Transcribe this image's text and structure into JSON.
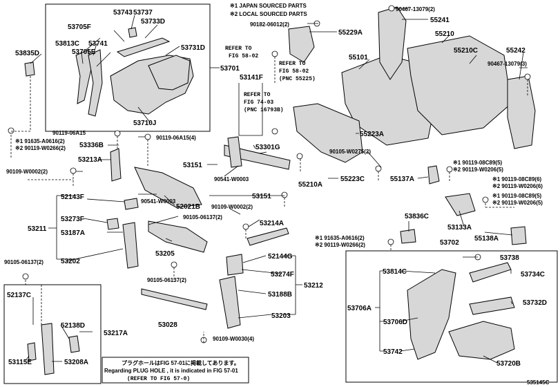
{
  "legend": {
    "mark1": "※1 JAPAN SOURCED PARTS",
    "mark2": "※2 LOCAL SOURCED PARTS"
  },
  "labels": {
    "p53743": "53743",
    "p53737": "53737",
    "p53733D": "53733D",
    "p53705F": "53705F",
    "p53813C": "53813C",
    "p53741": "53741",
    "p53731D": "53731D",
    "p53705E": "53705E",
    "p53835D": "53835D",
    "p53701": "53701",
    "p53710J": "53710J",
    "p53141F": "53141F",
    "p90182_06012": "90182-06012(2)",
    "p55229A": "55229A",
    "p90467_13079_top": "90467-13079(2)",
    "p55241": "55241",
    "p55210": "55210",
    "p55101": "55101",
    "p55210C": "55210C",
    "p55242": "55242",
    "p90467_13079_right": "90467-13079(3)",
    "p90119_06A15_a": "90119-06A15",
    "p53336B": "53336B",
    "p191635_A0616_a": "※1 91635-A0616(2)",
    "p290119_W0266_a": "※2 90119-W0266(2)",
    "p90119_06A15_4": "90119-06A15(4)",
    "p53301G": "53301G",
    "p55223A": "55223A",
    "p90105_W0275": "90105-W0275(2)",
    "p90109_W0002_a": "90109-W0002(2)",
    "p53213A": "53213A",
    "p53151_a": "53151",
    "p55210A": "55210A",
    "p55223C": "55223C",
    "p55137A": "55137A",
    "p190119_08C89_a": "※1 90119-08C89(5)",
    "p290119_W0206_a": "※2 90119-W0206(5)",
    "p90541_W0003_a": "90541-W0003",
    "p53151_b": "53151",
    "p190119_08C89_b": "※1 90119-08C89(6)",
    "p290119_W0206_b": "※2 90119-W0206(6)",
    "p52143F": "52143F",
    "p90541_W0003_b": "90541-W0003",
    "p190119_08C89_c": "※1 90119-08C89(5)",
    "p290119_W0206_c": "※2 90119-W0206(5)",
    "p52021B": "52021B",
    "p90109_W0002_b": "90109-W0002(2)",
    "p53273F": "53273F",
    "p53211": "53211",
    "p53187A": "53187A",
    "p90105_06137_a": "90105-06137(2)",
    "p53214A": "53214A",
    "p53836C": "53836C",
    "p53133A": "53133A",
    "p55138A": "55138A",
    "p191635_A0616_b": "※1 91635-A0616(2)",
    "p290119_W0266_b": "※2 90119-W0266(2)",
    "p53702": "53702",
    "p53205": "53205",
    "p53202": "53202",
    "p90105_06137_b": "90105-06137(2)",
    "p52144G": "52144G",
    "p53738": "53738",
    "p90105_06137_c": "90105-06137(2)",
    "p53274F": "53274F",
    "p53212": "53212",
    "p53814C": "53814C",
    "p53734C": "53734C",
    "p52137C": "52137C",
    "p53188B": "53188B",
    "p53732D": "53732D",
    "p53706A": "53706A",
    "p53203": "53203",
    "p52138D": "52138D",
    "p53028": "53028",
    "p53706D": "53706D",
    "p53217A": "53217A",
    "p90109_W0030": "90109-W0030(4)",
    "p53115E": "53115E",
    "p53208A": "53208A",
    "p53742": "53742",
    "p53720B": "53720B"
  },
  "refs": {
    "ref1_line1": "REFER TO",
    "ref1_line2": "FIG 58-02",
    "ref2_line1": "REFER TO",
    "ref2_line2": "FIG 58-02",
    "ref2_line3": "(PNC 55225)",
    "ref3_line1": "REFER TO",
    "ref3_line2": "FIG 74-03",
    "ref3_line3": "(PNC 16793B)"
  },
  "note": {
    "line1": "プラグホールはFIG 57-01に掲載してあります。",
    "line2": "Regarding PLUG HOLE , it is indicated in FIG 57-01",
    "line3": "(REFER TO FIG 57-0)"
  },
  "footer": {
    "code": "535145C"
  }
}
